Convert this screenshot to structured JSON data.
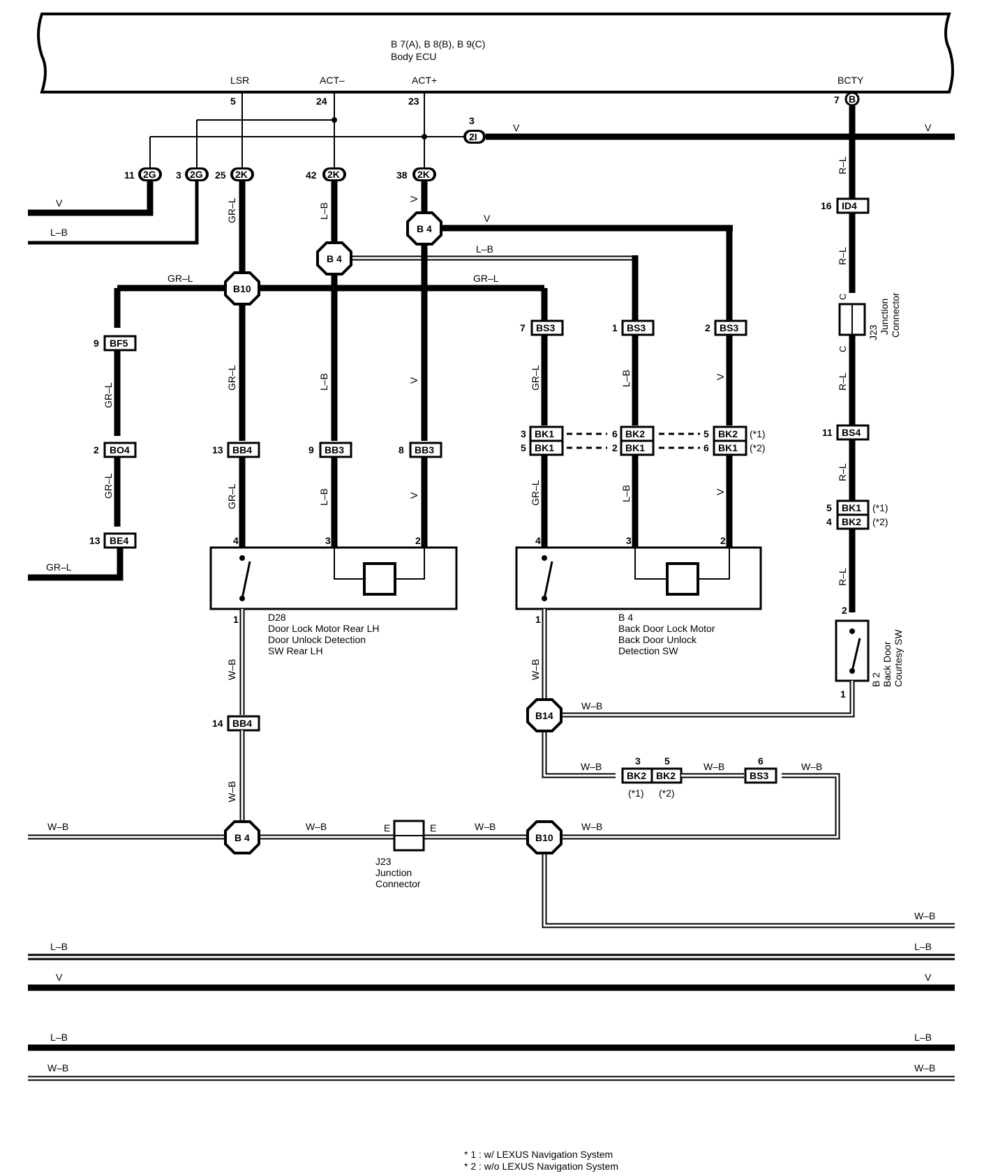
{
  "ecu": {
    "title": "B 7(A), B 8(B), B 9(C)",
    "name": "Body ECU",
    "pins": {
      "lsr": "LSR",
      "act_minus": "ACT–",
      "act_plus": "ACT+",
      "bcty": "BCTY"
    },
    "pin_numbers": {
      "lsr": "5",
      "act_minus": "24",
      "act_plus": "23",
      "bcty": "7",
      "bcty_conn": "B"
    }
  },
  "connectors": {
    "c2i": {
      "num": "3",
      "id": "2I"
    },
    "c2g_11": {
      "num": "11",
      "id": "2G"
    },
    "c2g_3": {
      "num": "3",
      "id": "2G"
    },
    "c2k_25": {
      "num": "25",
      "id": "2K"
    },
    "c2k_42": {
      "num": "42",
      "id": "2K"
    },
    "c2k_38": {
      "num": "38",
      "id": "2K"
    },
    "id4": {
      "num": "16",
      "id": "ID4"
    },
    "bf5": {
      "num": "9",
      "id": "BF5"
    },
    "bo4": {
      "num": "2",
      "id": "BO4"
    },
    "be4": {
      "num": "13",
      "id": "BE4"
    },
    "bb4_13": {
      "num": "13",
      "id": "BB4"
    },
    "bb3_9": {
      "num": "9",
      "id": "BB3"
    },
    "bb3_8": {
      "num": "8",
      "id": "BB3"
    },
    "bs3_7": {
      "num": "7",
      "id": "BS3"
    },
    "bs3_1": {
      "num": "1",
      "id": "BS3"
    },
    "bs3_2": {
      "num": "2",
      "id": "BS3"
    },
    "bk1_3": {
      "num": "3",
      "id": "BK1"
    },
    "bk1_5": {
      "num": "5",
      "id": "BK1"
    },
    "bk2_6": {
      "num": "6",
      "id": "BK2"
    },
    "bk1_2": {
      "num": "2",
      "id": "BK1"
    },
    "bk2_5": {
      "num": "5",
      "id": "BK2"
    },
    "bk1_6": {
      "num": "6",
      "id": "BK1"
    },
    "bs4": {
      "num": "11",
      "id": "BS4"
    },
    "bk1_r": {
      "num": "5",
      "id": "BK1"
    },
    "bk2_r": {
      "num": "4",
      "id": "BK2"
    },
    "bb4_14": {
      "num": "14",
      "id": "BB4"
    },
    "bk2_3": {
      "num": "3",
      "id": "BK2"
    },
    "bk2_5b": {
      "num": "5",
      "id": "BK2"
    },
    "bs3_6": {
      "num": "6",
      "id": "BS3"
    }
  },
  "splices": {
    "b4_top": "B 4",
    "b4_mid": "B 4",
    "b10_top": "B10",
    "b14": "B14",
    "b4_bottom": "B 4",
    "b10_bottom": "B10"
  },
  "notes": {
    "n1": "(*1)",
    "n2": "(*2)",
    "footnote1": "* 1 : w/ LEXUS Navigation System",
    "footnote2": "* 2 : w/o LEXUS Navigation System"
  },
  "wire_colors": {
    "v": "V",
    "lb": "L–B",
    "grl": "GR–L",
    "rl": "R–L",
    "wb": "W–B"
  },
  "components": {
    "d28": {
      "id": "D28",
      "line1": "Door Lock Motor Rear LH",
      "line2": "Door Unlock Detection",
      "line3": "SW Rear LH",
      "pin4": "4",
      "pin3": "3",
      "pin2": "2",
      "pin1": "1"
    },
    "b4": {
      "id": "B 4",
      "line1": "Back Door Lock Motor",
      "line2": "Back Door Unlock",
      "line3": "Detection SW",
      "pin4": "4",
      "pin3": "3",
      "pin2": "2",
      "pin1": "1"
    },
    "b2": {
      "id": "B 2",
      "line1": "Back Door",
      "line2": "Courtesy SW",
      "pin2": "2",
      "pin1": "1"
    },
    "j23_top": {
      "id": "J23",
      "line1": "Junction",
      "line2": "Connector",
      "pin": "C"
    },
    "j23_bottom": {
      "id": "J23",
      "line1": "Junction",
      "line2": "Connector",
      "pin": "E"
    }
  }
}
